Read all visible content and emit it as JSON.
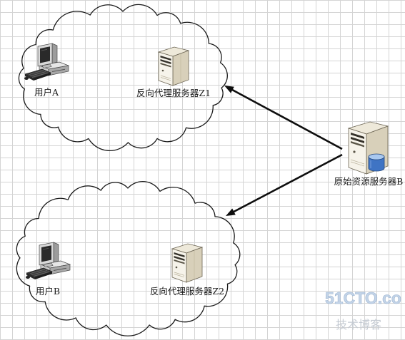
{
  "diagram": {
    "nodes": {
      "user_a": {
        "label": "用户A",
        "icon": "desktop-computer-icon"
      },
      "proxy_z1": {
        "label": "反向代理服务器Z1",
        "icon": "server-tower-icon"
      },
      "user_b": {
        "label": "用户B",
        "icon": "desktop-computer-icon"
      },
      "proxy_z2": {
        "label": "反向代理服务器Z2",
        "icon": "server-tower-icon"
      },
      "origin_b": {
        "label": "原始资源服务器B",
        "icon": "database-server-icon"
      }
    },
    "background": {
      "grid": true
    }
  },
  "watermark": {
    "brand": "51CTO.co",
    "subtitle": "技术博客"
  },
  "colors": {
    "grid_line": "#d4d4d4",
    "cloud_outline": "#1b1b1b",
    "arrow": "#0e0e0e",
    "label_text": "#1b1b1b",
    "watermark_fill": "#c3d4e8",
    "watermark_outline": "#9db4d0",
    "watermark_subtitle": "#c5cbd3"
  }
}
